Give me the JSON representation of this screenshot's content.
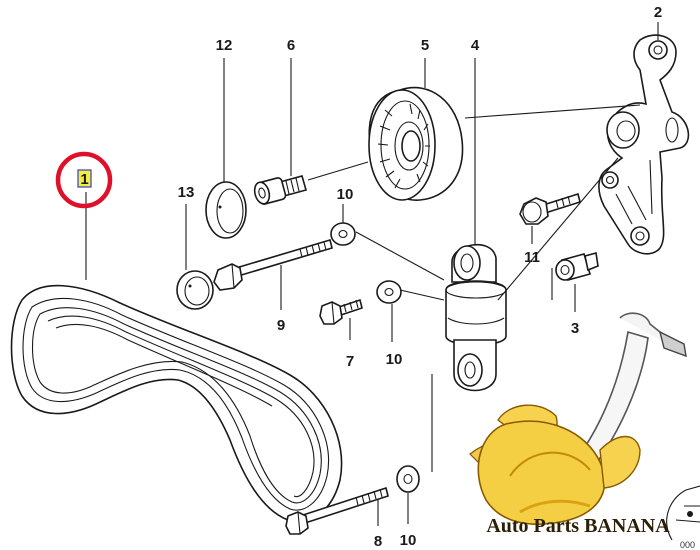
{
  "diagram": {
    "callouts": {
      "p1": "1",
      "p2": "2",
      "p3": "3",
      "p4": "4",
      "p5": "5",
      "p6": "6",
      "p7": "7",
      "p8": "8",
      "p9": "9",
      "p10a": "10",
      "p10b": "10",
      "p10c": "10",
      "p11": "11",
      "p12": "12",
      "p13": "13"
    },
    "highlight_color": "#e0102a",
    "highlight_fill": "#f2ef3a"
  },
  "watermark": {
    "brand_text": "Auto Parts BANANA",
    "code_fragment": "000"
  }
}
